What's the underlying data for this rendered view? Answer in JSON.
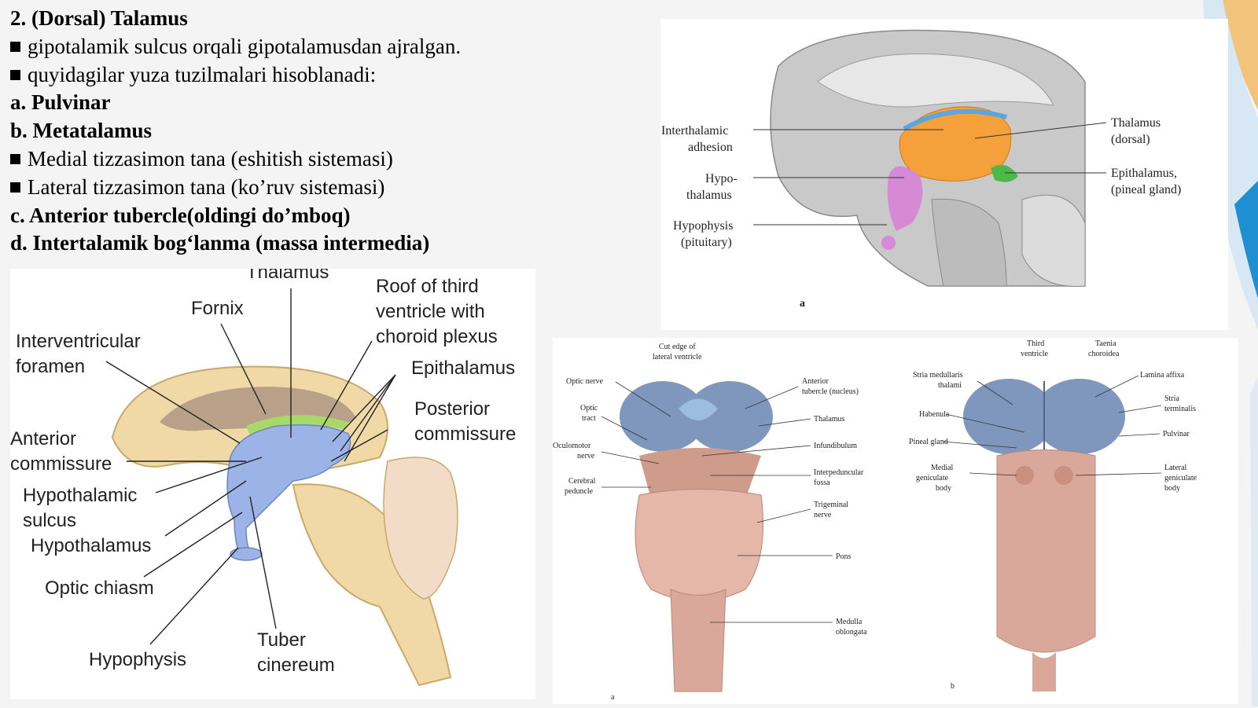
{
  "slide": {
    "title": "2. (Dorsal) Talamus",
    "bullets": [
      "gipotalamik sulcus orqali gipotalamusdan ajralgan.",
      "quyidagilar yuza tuzilmalari hisoblanadi:"
    ],
    "item_a": "a. Pulvinar",
    "item_b": "b. Metatalamus",
    "sub_bullets": [
      "Medial tizzasimon tana (eshitish sistemasi)",
      "Lateral tizzasimon tana (ko’ruv sistemasi)"
    ],
    "item_c": "c. Anterior tubercle(oldingi do’mboq)",
    "item_d": "d. Intertalamik bog‘lanma (massa intermedia)"
  },
  "diagram_sagittal": {
    "labels": {
      "thalamus": "Thalamus",
      "fornix": "Fornix",
      "roof1": "Roof of third",
      "roof2": "ventricle with",
      "roof3": "choroid plexus",
      "interventricular1": "Interventricular",
      "interventricular2": "foramen",
      "epithalamus": "Epithalamus",
      "posterior1": "Posterior",
      "posterior2": "commissure",
      "anterior1": "Anterior",
      "anterior2": "commissure",
      "hypothalamic1": "Hypothalamic",
      "hypothalamic2": "sulcus",
      "hypothalamus": "Hypothalamus",
      "optic_chiasm": "Optic chiasm",
      "tuber1": "Tuber",
      "tuber2": "cinereum",
      "hypophysis": "Hypophysis"
    }
  },
  "diagram_midsagittal": {
    "labels": {
      "interthalamic1": "Interthalamic",
      "interthalamic2": "adhesion",
      "hypo1": "Hypo-",
      "hypo2": "thalamus",
      "hypophysis1": "Hypophysis",
      "hypophysis2": "(pituitary)",
      "thal1": "Thalamus",
      "thal2": "(dorsal)",
      "epi1": "Epithalamus,",
      "epi2": "(pineal gland)",
      "panel": "a"
    }
  },
  "diagram_brainstem": {
    "left": {
      "cut1": "Cut edge of",
      "cut2": "lateral ventricle",
      "optic_nerve": "Optic nerve",
      "optic_tract1": "Optic",
      "optic_tract2": "tract",
      "oculo1": "Oculomotor",
      "oculo2": "nerve",
      "cerebral1": "Cerebral",
      "cerebral2": "peduncle",
      "anterior1": "Anterior",
      "anterior2": "tubercle (nucleus)",
      "thalamus": "Thalamus",
      "infundibulum": "Infundibulum",
      "interped1": "Interpeduncular",
      "interped2": "fossa",
      "trigeminal1": "Trigeminal",
      "trigeminal2": "nerve",
      "pons": "Pons",
      "medulla1": "Medulla",
      "medulla2": "oblongata",
      "panel": "a"
    },
    "right": {
      "third1": "Third",
      "third2": "ventricle",
      "taenia1": "Taenia",
      "taenia2": "choroidea",
      "stria1": "Stria medullaris",
      "stria2": "thalami",
      "lamina": "Lamina affixa",
      "habenula": "Habenula",
      "striat1": "Stria",
      "striat2": "terminalis",
      "pineal": "Pineal gland",
      "pulvinar": "Pulvinar",
      "medial1": "Medial",
      "medial2": "geniculate",
      "medial3": "body",
      "lateral1": "Lateral",
      "lateral2": "geniculate",
      "lateral3": "body",
      "panel": "b"
    }
  },
  "colors": {
    "thalamus_blue": "#9bb3e6",
    "thalamus_orange": "#f5a03a",
    "hypothalamus_pink": "#d68ad6",
    "epithalamus_green": "#4fb84a",
    "brainstem_pink": "#d9a89a",
    "thalamus_slate": "#6f89b3"
  }
}
